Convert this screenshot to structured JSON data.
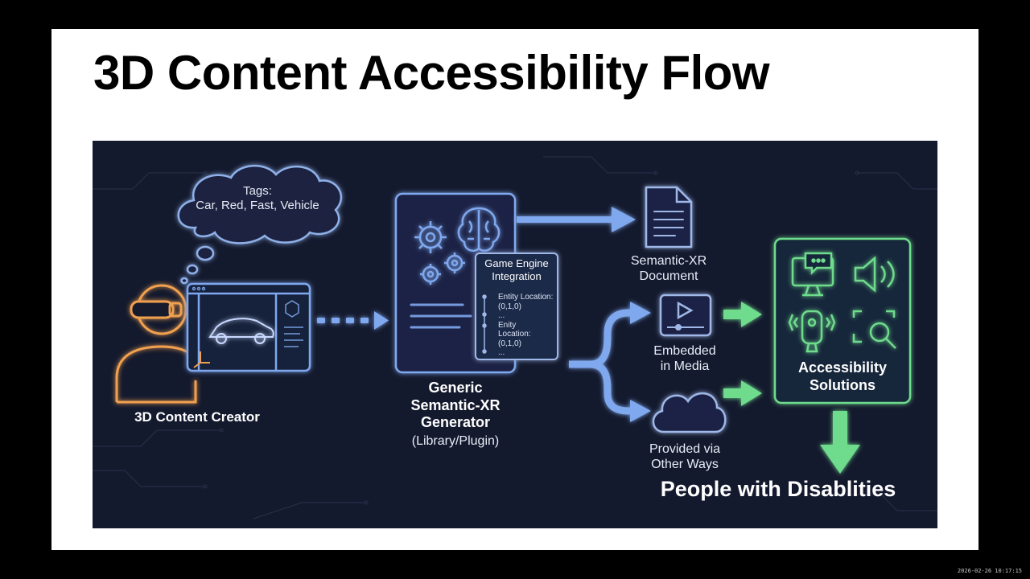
{
  "slide": {
    "title": "3D Content Accessibility Flow"
  },
  "diagram": {
    "thought_bubble": {
      "line1": "Tags:",
      "line2": "Car, Red, Fast, Vehicle"
    },
    "creator_label": "3D Content Creator",
    "generator": {
      "line1": "Generic",
      "line2": "Semantic-XR",
      "line3": "Generator",
      "line4": "(Library/Plugin)"
    },
    "game_engine": {
      "title1": "Game Engine",
      "title2": "Integration",
      "entry1a": "Entity Location:",
      "entry1b": "(0,1,0)",
      "ellipsis1": "...",
      "entry2a": "Enity",
      "entry2b": "Location:",
      "entry2c": "(0,1,0)",
      "ellipsis2": "..."
    },
    "document": {
      "line1": "Semantic-XR",
      "line2": "Document"
    },
    "media": {
      "line1": "Embedded",
      "line2": "in Media"
    },
    "other": {
      "line1": "Provided via",
      "line2": "Other Ways"
    },
    "solutions": {
      "line1": "Accessibility",
      "line2": "Solutions"
    },
    "people_label": "People with Disablities"
  },
  "colors": {
    "background": "#141a2e",
    "creator_orange": "#f0a050",
    "flow_blue": "#7fa8ee",
    "solutions_green": "#6edc8c"
  },
  "timestamp": "2026-02-26 10:17:15"
}
